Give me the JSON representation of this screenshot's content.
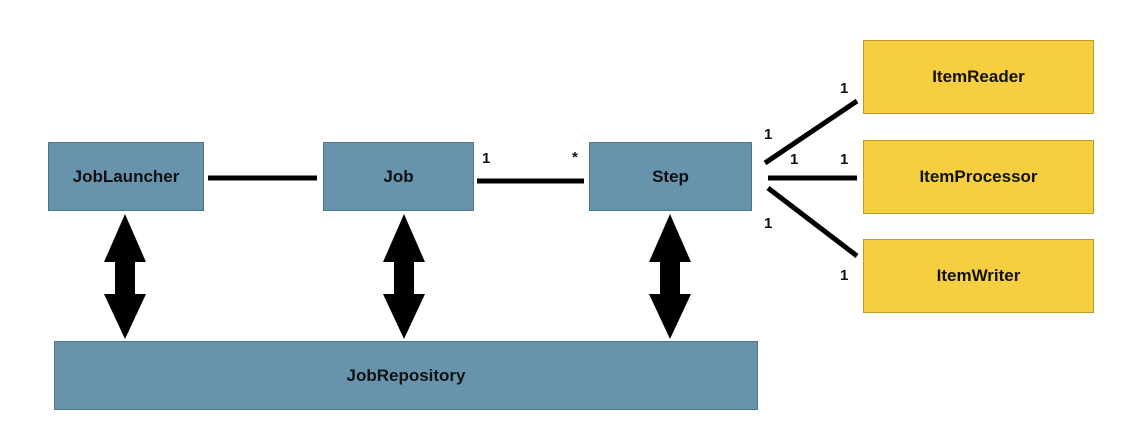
{
  "components": {
    "job_launcher": "JobLauncher",
    "job": "Job",
    "step": "Step",
    "job_repository": "JobRepository",
    "item_reader": "ItemReader",
    "item_processor": "ItemProcessor",
    "item_writer": "ItemWriter"
  },
  "multiplicities": {
    "job_step_job_end": "1",
    "job_step_step_end": "*",
    "step_reader_step_end": "1",
    "step_reader_reader_end": "1",
    "step_processor_step_end": "1",
    "step_processor_processor_end": "1",
    "step_writer_step_end": "1",
    "step_writer_writer_end": "1"
  },
  "colors": {
    "core_box": "#6793ad",
    "item_box": "#f6cf41",
    "connector": "#000000"
  }
}
